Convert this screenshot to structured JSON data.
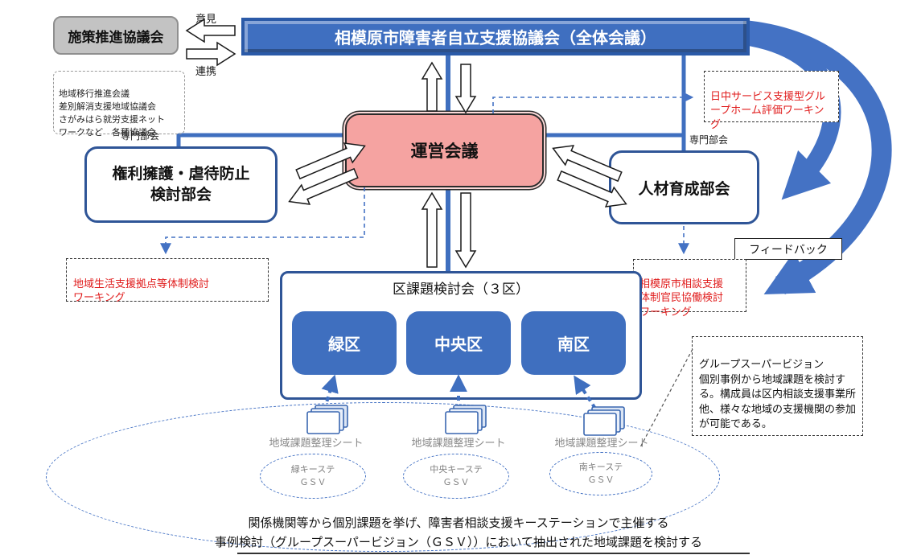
{
  "colors": {
    "accent_blue": "#4472C4",
    "border_blue": "#2F5597",
    "pink": "#F5A3A1",
    "red_text": "#E01B1B",
    "gray_fill": "#C3C3C3"
  },
  "top_left": {
    "policy_council": "施策推進協議会",
    "opinion": "意見",
    "cooperation": "連携",
    "council_list": "地域移行推進会議\n差別解消支援地域協議会\nさがみはら就労支援ネット\nワークなど　各種協議会"
  },
  "header": {
    "title": "相模原市障害者自立支援協議会（全体会議）"
  },
  "center": {
    "management_meeting": "運営会議",
    "left_label": "専門部会",
    "right_label": "専門部会",
    "rights_committee": "権利擁護・虐待防止\n検討部会",
    "hr_committee": "人材育成部会",
    "feedback": "フィードバック"
  },
  "working_groups": {
    "daytime": "日中サービス支援型グループホーム評価ワーキング",
    "community_base": "地域生活支援拠点等体制検討\nワーキング",
    "consultation": "相模原市相談支援\n体制官民協働検討\nワーキング"
  },
  "district_meeting": {
    "title": "区課題検討会（３区）",
    "districts": [
      "緑区",
      "中央区",
      "南区"
    ]
  },
  "gsv_note": "グループスーパービジョン\n個別事例から地域課題を検討する。構成員は区内相談支援事業所他、様々な地域の支援機関の参加が可能である。",
  "bottom": {
    "sheet_labels": [
      "地域課題整理シート",
      "地域課題整理シート",
      "地域課題整理シート"
    ],
    "ellipses": [
      "緑キーステ\nＧＳＶ",
      "中央キーステ\nＧＳＶ",
      "南キーステ\nＧＳＶ"
    ],
    "description": "関係機関等から個別課題を挙げ、障害者相談支援キーステーションで主催する\n事例検討（グループスーパービジョン（ＧＳＶ））において抽出された地域課題を検討する"
  }
}
